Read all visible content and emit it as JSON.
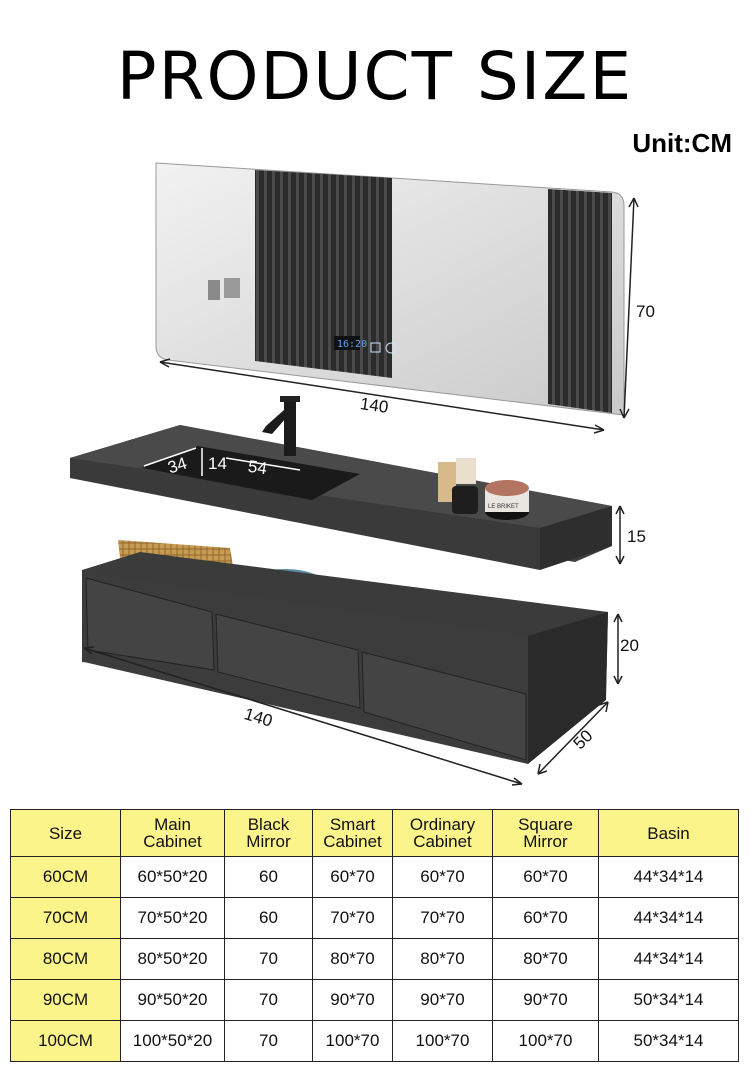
{
  "title": "PRODUCT SIZE",
  "unit": "Unit:CM",
  "mirror": {
    "clock": "16:20",
    "width": "140",
    "height": "70"
  },
  "vanity": {
    "basin_length": "54",
    "basin_width": "34",
    "basin_depth": "14",
    "top_height": "15",
    "cabinet_height": "20",
    "width": "140",
    "depth": "50",
    "product_label": "LE BRIKET"
  },
  "table": {
    "headers": [
      [
        "Size"
      ],
      [
        "Main",
        "Cabinet"
      ],
      [
        "Black",
        "Mirror"
      ],
      [
        "Smart",
        "Cabinet"
      ],
      [
        "Ordinary",
        "Cabinet"
      ],
      [
        "Square",
        "Mirror"
      ],
      [
        "Basin"
      ]
    ],
    "rows": [
      [
        "60CM",
        "60*50*20",
        "60",
        "60*70",
        "60*70",
        "60*70",
        "44*34*14"
      ],
      [
        "70CM",
        "70*50*20",
        "60",
        "70*70",
        "70*70",
        "60*70",
        "44*34*14"
      ],
      [
        "80CM",
        "80*50*20",
        "70",
        "80*70",
        "80*70",
        "80*70",
        "44*34*14"
      ],
      [
        "90CM",
        "90*50*20",
        "70",
        "90*70",
        "90*70",
        "90*70",
        "50*34*14"
      ],
      [
        "100CM",
        "100*50*20",
        "70",
        "100*70",
        "100*70",
        "100*70",
        "50*34*14"
      ]
    ]
  }
}
